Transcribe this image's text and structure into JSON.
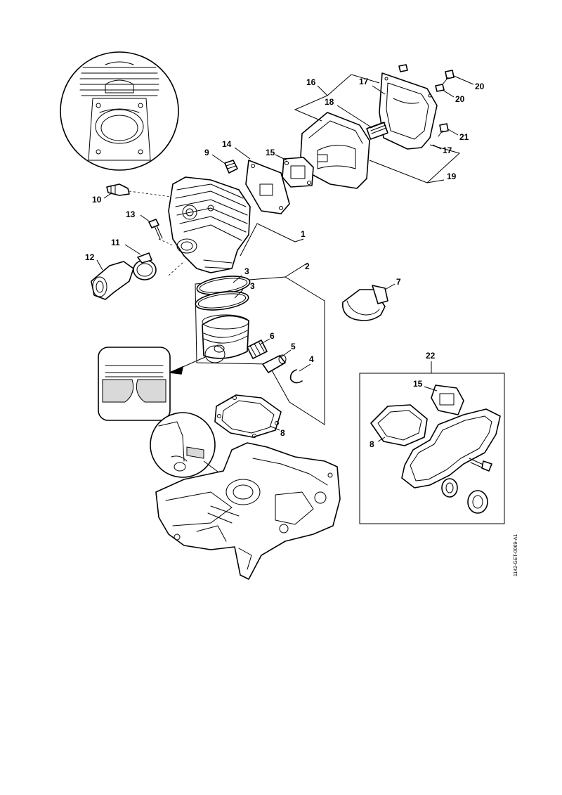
{
  "document_id": "1142-GET-0069-A1",
  "callouts": [
    {
      "number": "1"
    },
    {
      "number": "2"
    },
    {
      "number": "3"
    },
    {
      "number": "3"
    },
    {
      "number": "4"
    },
    {
      "number": "5"
    },
    {
      "number": "6"
    },
    {
      "number": "7"
    },
    {
      "number": "8"
    },
    {
      "number": "9"
    },
    {
      "number": "10"
    },
    {
      "number": "11"
    },
    {
      "number": "12"
    },
    {
      "number": "13"
    },
    {
      "number": "14"
    },
    {
      "number": "15"
    },
    {
      "number": "16"
    },
    {
      "number": "17"
    },
    {
      "number": "17"
    },
    {
      "number": "18"
    },
    {
      "number": "19"
    },
    {
      "number": "20"
    },
    {
      "number": "20"
    },
    {
      "number": "21"
    },
    {
      "number": "22"
    },
    {
      "number": "15"
    },
    {
      "number": "8"
    }
  ]
}
